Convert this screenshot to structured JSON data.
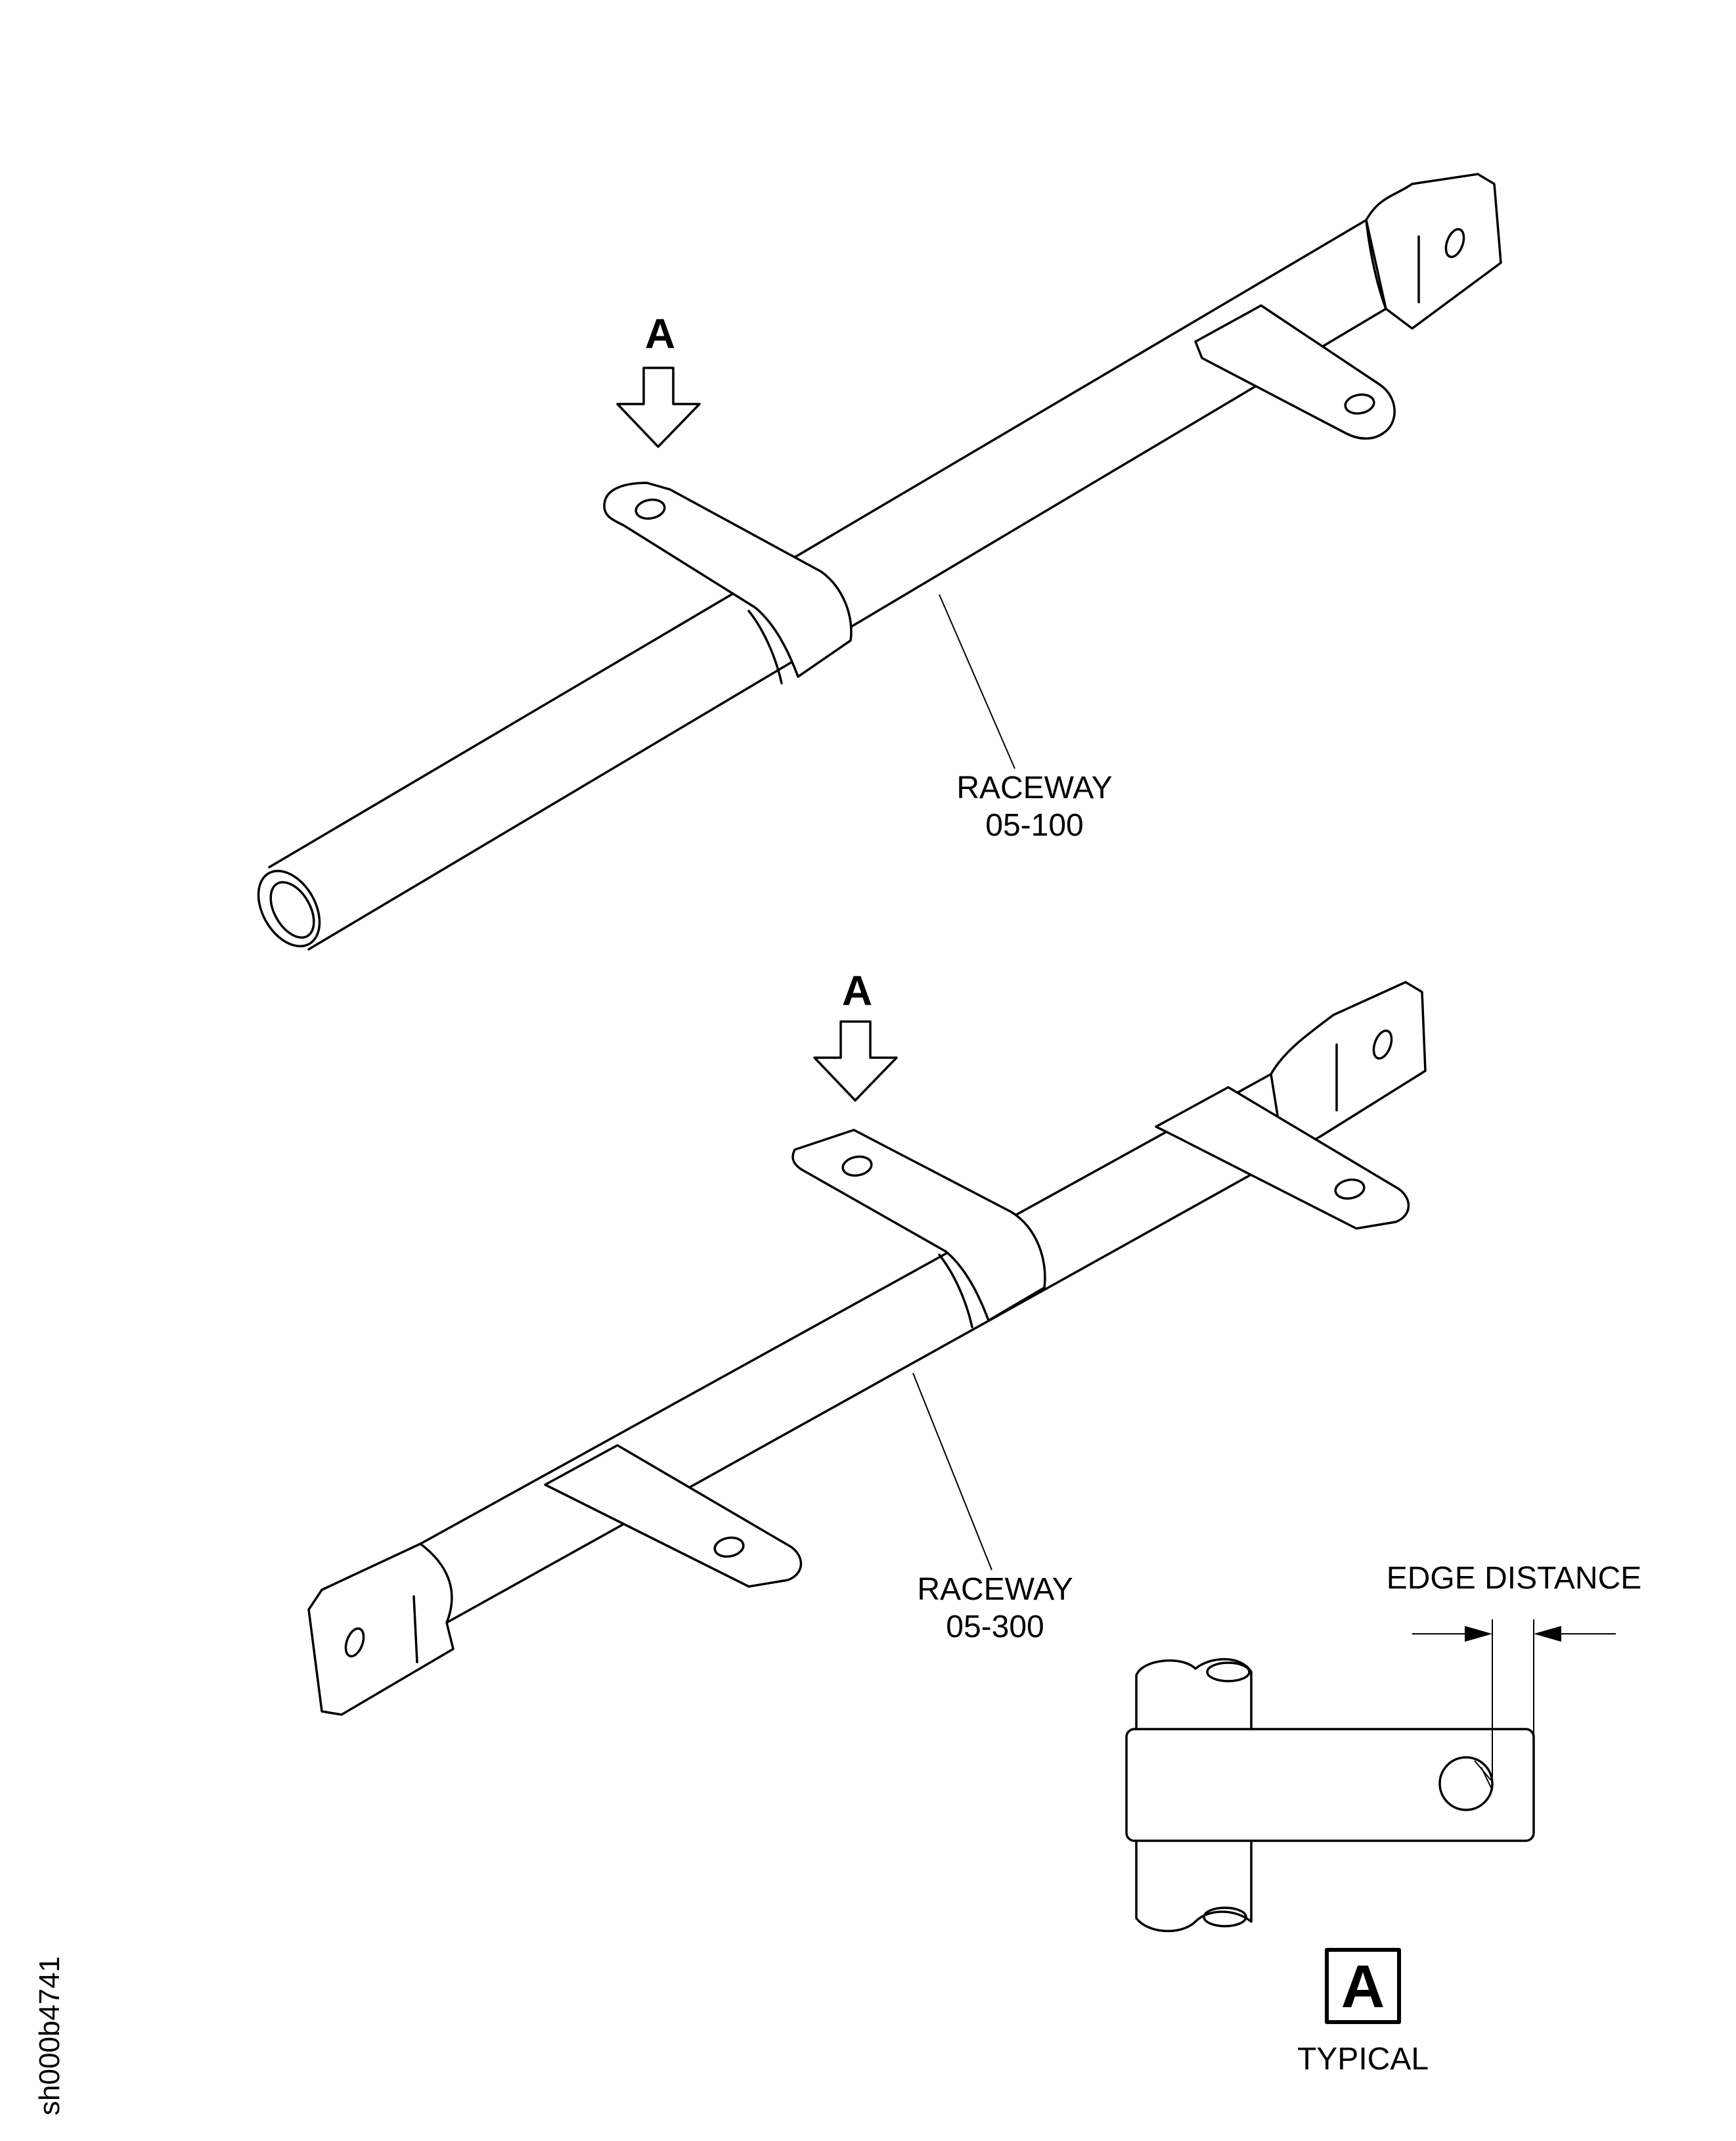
{
  "view_markers": {
    "upper_letter": "A",
    "lower_letter": "A"
  },
  "labels": {
    "raceway_1_name": "RACEWAY",
    "raceway_1_number": "05-100",
    "raceway_2_name": "RACEWAY",
    "raceway_2_number": "05-300",
    "edge_distance": "EDGE DISTANCE",
    "detail_letter": "A",
    "detail_caption": "TYPICAL",
    "drawing_id": "sh000b4741"
  }
}
